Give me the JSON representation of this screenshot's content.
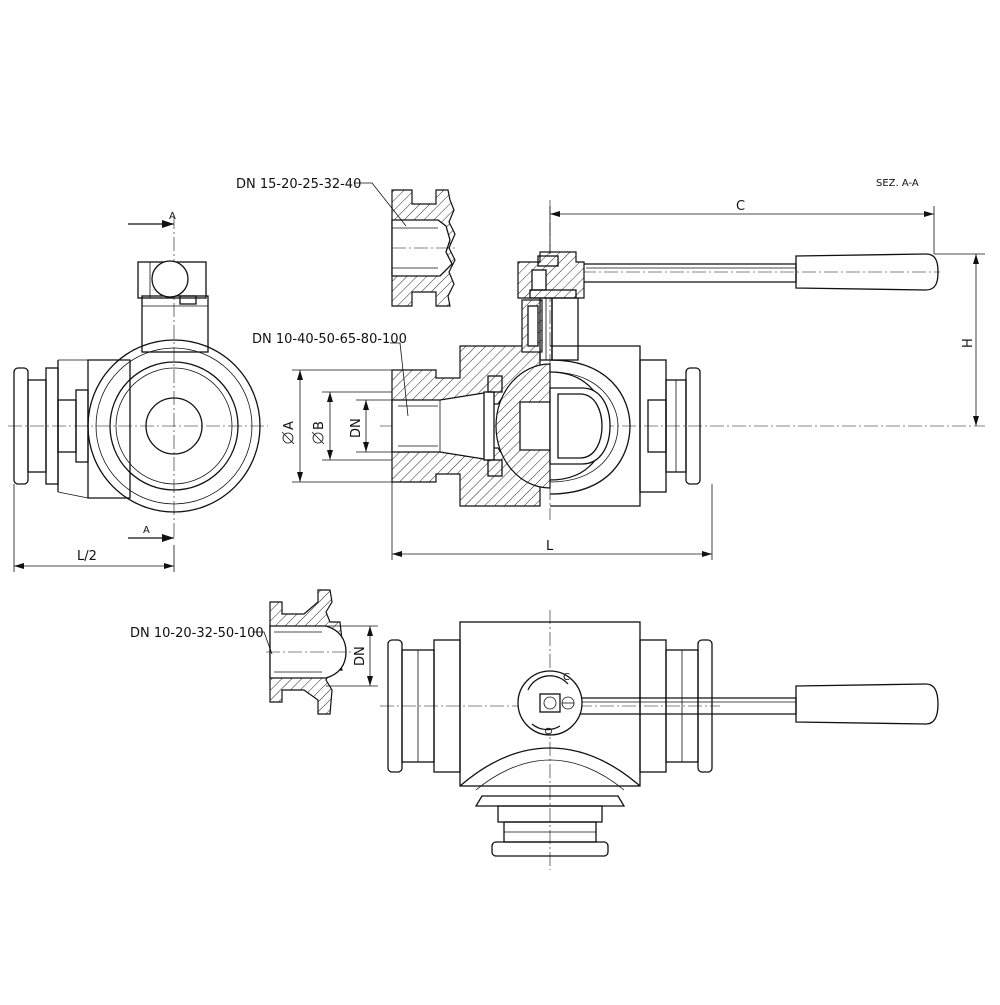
{
  "labels": {
    "section_title": "SEZ. A-A",
    "section_mark_top": "A",
    "section_mark_bottom": "A",
    "callout_inlet_top": "DN 15-20-25-32-40",
    "callout_inlet_mid": "DN 10-40-50-65-80-100",
    "callout_inlet_bottom": "DN 10-20-32-50-100"
  },
  "dimensions": {
    "C": "C",
    "H": "H",
    "L": "L",
    "L_half": "L/2",
    "dia_A": "A",
    "dia_B": "B",
    "DN": "DN",
    "DN_bottom": "DN"
  },
  "indicator": {
    "pos_C": "C",
    "pos_O": "O"
  }
}
